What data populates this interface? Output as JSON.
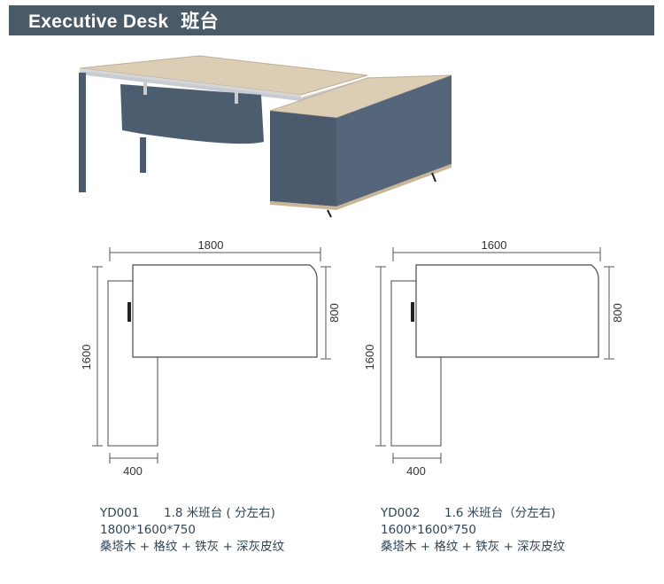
{
  "header": {
    "title_en": "Executive Desk",
    "title_cn": "班台"
  },
  "drawings": [
    {
      "width_label": "1800",
      "depth_label": "800",
      "return_length_label": "1600",
      "return_width_label": "400"
    },
    {
      "width_label": "1600",
      "depth_label": "800",
      "return_length_label": "1600",
      "return_width_label": "400"
    }
  ],
  "products": [
    {
      "code": "YD001",
      "name": "1.8 米班台 ( 分左右)",
      "size": "1800*1600*750",
      "materials": "桑塔木 + 格纹 + 铁灰 + 深灰皮纹"
    },
    {
      "code": "YD002",
      "name": "1.6 米班台（分左右)",
      "size": "1600*1600*750",
      "materials": "桑塔木 + 格纹 + 铁灰 + 深灰皮纹"
    }
  ],
  "colors": {
    "header_bg": "#4a5a66",
    "wood": "#d9c9b1",
    "steel": "#4b5a6c",
    "frame": "#c8ccd0"
  }
}
